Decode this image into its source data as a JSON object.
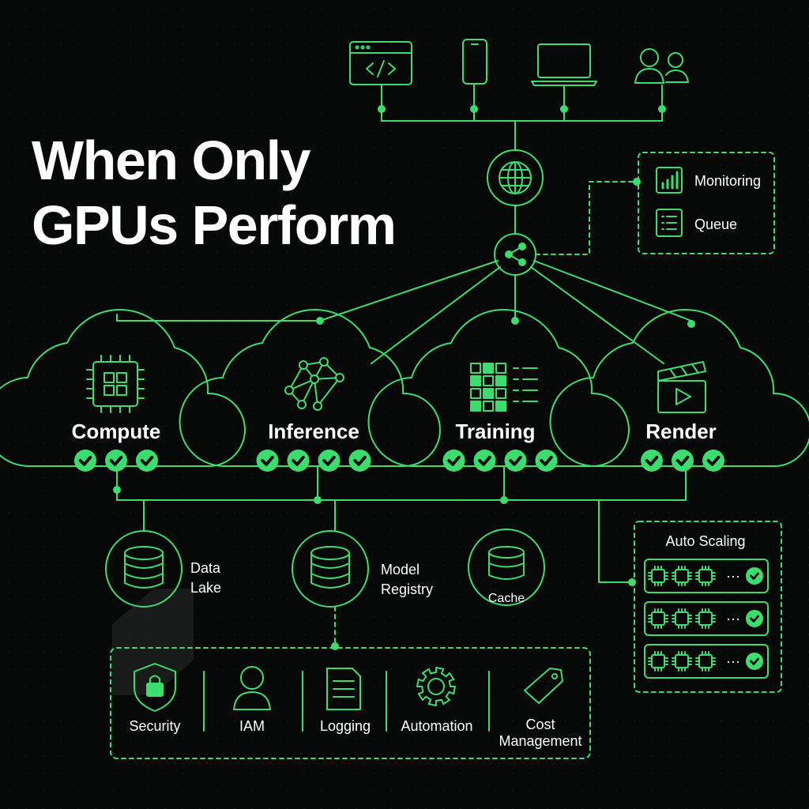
{
  "title": {
    "line1": "When Only",
    "line2": "GPUs Perform"
  },
  "colors": {
    "accent": "#3ddc6e",
    "accent_dim": "#1f7a3d",
    "background": "#070908",
    "text": "#ffffff"
  },
  "clients": [
    {
      "icon": "code-window-icon"
    },
    {
      "icon": "mobile-phone-icon"
    },
    {
      "icon": "laptop-icon"
    },
    {
      "icon": "users-icon"
    }
  ],
  "gateway_icon": "globe-icon",
  "router_icon": "share-hub-icon",
  "side_panel": {
    "monitoring": "Monitoring",
    "queue": "Queue"
  },
  "clouds": [
    {
      "label": "Compute",
      "icon": "chip-icon",
      "checks": 3
    },
    {
      "label": "Inference",
      "icon": "neural-network-icon",
      "checks": 4
    },
    {
      "label": "Training",
      "icon": "data-grid-icon",
      "checks": 4
    },
    {
      "label": "Render",
      "icon": "clapperboard-icon",
      "checks": 3
    }
  ],
  "storage": {
    "data_lake": [
      "Data",
      "Lake"
    ],
    "model_registry": [
      "Model",
      "Registry"
    ],
    "cache": "Cache"
  },
  "auto_scaling": {
    "title": "Auto Scaling",
    "rows": 3,
    "ellipsis": "···"
  },
  "services": [
    {
      "label": [
        "Security"
      ],
      "icon": "lock-shield-icon"
    },
    {
      "label": [
        "IAM"
      ],
      "icon": "user-icon"
    },
    {
      "label": [
        "Logging"
      ],
      "icon": "document-icon"
    },
    {
      "label": [
        "Automation"
      ],
      "icon": "gear-icon"
    },
    {
      "label": [
        "Cost",
        "Management"
      ],
      "icon": "price-tag-icon"
    }
  ]
}
